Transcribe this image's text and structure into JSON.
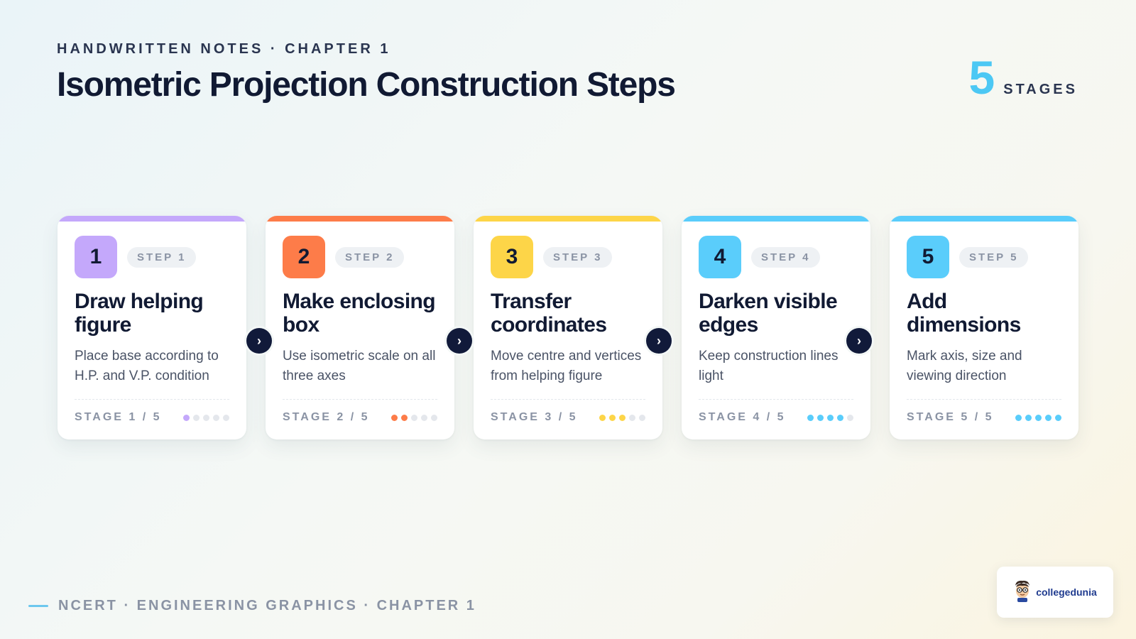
{
  "header": {
    "eyebrow": "HANDWRITTEN NOTES · CHAPTER 1",
    "title": "Isometric Projection Construction Steps",
    "stages_count": "5",
    "stages_word": "STAGES"
  },
  "colors": {
    "step1": "#c4a8fb",
    "step2": "#fd7c49",
    "step3": "#fdd548",
    "step4": "#5acdfb",
    "step5": "#5acdfb",
    "arrow": "#111a3a",
    "accent": "#4cc8f4"
  },
  "steps": [
    {
      "number": "1",
      "step_label": "STEP 1",
      "title": "Draw helping figure",
      "description": "Place base according to H.P. and V.P. condition",
      "stage_label": "STAGE 1 / 5",
      "progress": 1,
      "total": 5
    },
    {
      "number": "2",
      "step_label": "STEP 2",
      "title": "Make enclosing box",
      "description": "Use isometric scale on all three axes",
      "stage_label": "STAGE 2 / 5",
      "progress": 2,
      "total": 5
    },
    {
      "number": "3",
      "step_label": "STEP 3",
      "title": "Transfer coordinates",
      "description": "Move centre and vertices from helping figure",
      "stage_label": "STAGE 3 / 5",
      "progress": 3,
      "total": 5
    },
    {
      "number": "4",
      "step_label": "STEP 4",
      "title": "Darken visible edges",
      "description": "Keep construction lines light",
      "stage_label": "STAGE 4 / 5",
      "progress": 4,
      "total": 5
    },
    {
      "number": "5",
      "step_label": "STEP 5",
      "title": "Add dimensions",
      "description": "Mark axis, size and viewing direction",
      "stage_label": "STAGE 5 / 5",
      "progress": 5,
      "total": 5
    }
  ],
  "arrow_icon": "chevron-right-icon",
  "arrow_glyph": "›",
  "footer": {
    "text": "NCERT · ENGINEERING GRAPHICS · CHAPTER 1"
  },
  "brand": {
    "name": "collegedunia"
  }
}
